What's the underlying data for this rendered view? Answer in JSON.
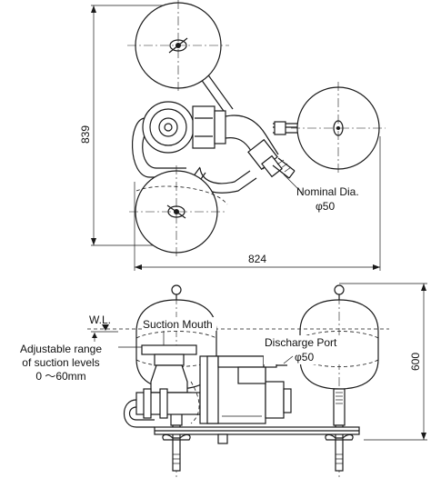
{
  "top_view": {
    "dim_height": "839",
    "dim_width": "824",
    "nominal_label": "Nominal Dia.",
    "nominal_size": "φ50"
  },
  "side_view": {
    "wl_label": "W.L.",
    "suction_label": "Suction Mouth",
    "discharge_label": "Discharge Port",
    "discharge_size": "φ50",
    "adjust_line1": "Adjustable range",
    "adjust_line2": "of suction levels",
    "adjust_line3": "0 ～60mm",
    "dim_height": "600"
  }
}
